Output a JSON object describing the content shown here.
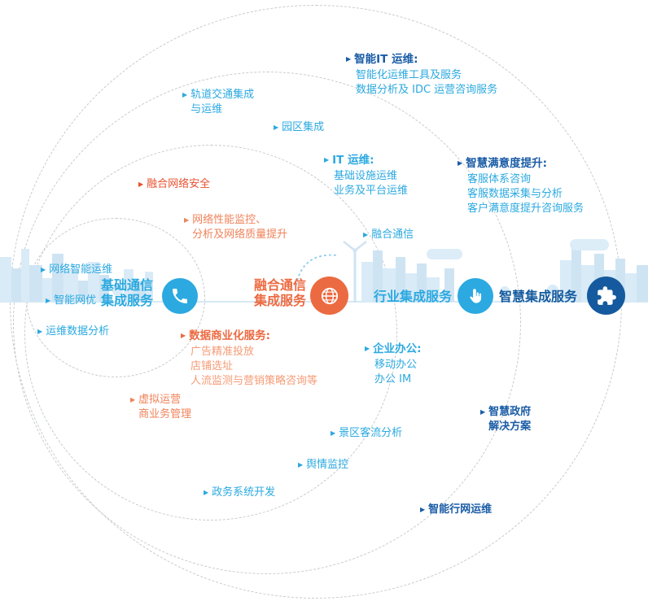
{
  "ui": {
    "bullet": "▶"
  },
  "palette": {
    "blue": "#2BA9E0",
    "navy": "#1A5CA6",
    "orange": "#F0825A",
    "orange_deep": "#EC6A41",
    "red_orange": "#E8502F",
    "node_navy": "#155A9E",
    "skyline": "#d9ebf7",
    "ring_dash": "#c5c9cc"
  },
  "axis_nodes": [
    {
      "name": "基础通信集成服务",
      "lines": [
        "基础通信",
        "集成服务"
      ],
      "icon": "phone-icon",
      "color": "#2BA9E0"
    },
    {
      "name": "融合通信集成服务",
      "lines": [
        "融合通信",
        "集成服务"
      ],
      "icon": "globe-icon",
      "color": "#EC6A41"
    },
    {
      "name": "行业集成服务",
      "lines": [
        "行业集成服务"
      ],
      "icon": "touch-icon",
      "color": "#2BA9E0"
    },
    {
      "name": "智慧集成服务",
      "lines": [
        "智慧集成服务"
      ],
      "icon": "puzzle-icon",
      "color": "#155A9E"
    }
  ],
  "groups": {
    "smart_it_ops": {
      "title": "智能IT 运维:",
      "items": [
        "智能化运维工具及服务",
        "数据分析及 IDC 运营咨询服务"
      ]
    },
    "it_ops": {
      "title": "IT 运维:",
      "items": [
        "基础设施运维",
        "业务及平台运维"
      ]
    },
    "satisfaction": {
      "title": "智慧满意度提升:",
      "items": [
        "客服体系咨询",
        "客服数据采集与分析",
        "客户满意度提升咨询服务"
      ]
    },
    "data_commercial": {
      "title": "数据商业化服务:",
      "items": [
        "广告精准投放",
        "店铺选址",
        "人流监测与营销策略咨询等"
      ]
    },
    "enterprise_office": {
      "title": "企业办公:",
      "items": [
        "移动办公",
        "办公 IM"
      ]
    }
  },
  "labels": {
    "rail_transit": {
      "lines": [
        "轨道交通集成",
        "与运维"
      ]
    },
    "campus_integration": {
      "lines": [
        "园区集成"
      ]
    },
    "converged_network_security": {
      "lines": [
        "融合网络安全"
      ]
    },
    "network_performance": {
      "lines": [
        "网络性能监控、",
        "分析及网络质量提升"
      ]
    },
    "converged_communication": {
      "lines": [
        "融合通信"
      ]
    },
    "network_intelligent_ops": {
      "lines": [
        "网络智能运维"
      ]
    },
    "intelligent_network_optimization": {
      "lines": [
        "智能网优"
      ]
    },
    "ops_data_analysis": {
      "lines": [
        "运维数据分析"
      ]
    },
    "virtual_operator_business": {
      "lines": [
        "虚拟运营",
        "商业务管理"
      ]
    },
    "scenic_visitor_flow": {
      "lines": [
        "景区客流分析"
      ]
    },
    "public_opinion_monitoring": {
      "lines": [
        "舆情监控"
      ]
    },
    "gov_system_development": {
      "lines": [
        "政务系统开发"
      ]
    },
    "smart_industry_network_ops": {
      "lines": [
        "智能行网运维"
      ]
    },
    "smart_government": {
      "lines": [
        "智慧政府",
        "解决方案"
      ]
    }
  }
}
